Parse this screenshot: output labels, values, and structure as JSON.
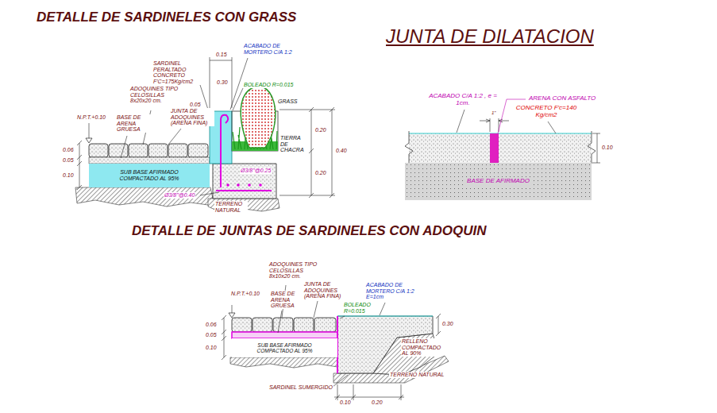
{
  "diagram": {
    "nodes": [
      {
        "text": [
          "SUB BASE AFIRMADO COMPACTADO AL 95%"
        ]
      },
      {
        "text": [
          "BASE DE AFIRMADO"
        ]
      },
      {
        "text": [
          "SUB BASE AFIRMADO COMPACTADO AL 95%"
        ]
      }
    ],
    "labels": [
      "DETALLE DE SARDINELES CON GRASS",
      "JUNTA DE DILATACION",
      "DETALLE DE JUNTAS DE SARDINELES CON ADOQUIN",
      "ACABADO DE MORTERO C/A 1:2",
      "SARDINEL PERALTADO CONCRETO F'C=175Kg/cm2",
      "0.15",
      "0.05",
      "0.30",
      "BOLEADO R=0.015",
      "GRASS",
      "ADOQUINES TIPO CELOSILLAS 8x20x20 cm.",
      "JUNTA DE ADOQUINES (ARENA FINA)",
      "N.P.T.+0.10",
      "BASE DE ARENA GRUESA",
      "TIERRA DE CHACRA",
      "0.20",
      "0.40",
      "0.20",
      "0.06",
      "0.05",
      "0.10",
      "Ø3/8\"@0.25",
      "Ø3/8\"@0.40",
      "TERRENO NATURAL",
      "ACABADO C/A 1:2 , e = 1cm.",
      "ARENA CON ASFALTO",
      "CONCRETO F'c=140 Kg/cm2",
      "1\"",
      "0.10",
      "ADOQUINES TIPO CELOSILLAS 8x10x20 cm.",
      "JUNTA DE ADOQUINES (ARENA FINA)",
      "N.P.T.+0.10",
      "BASE DE ARENA GRUESA",
      "BOLEADO R=0.015",
      "ACABADO DE MORTERO C/A 1:2 E=1cm",
      "0.06",
      "0.05",
      "0.10",
      "RELLENO COMPACTADO AL 90%",
      "0.30",
      "TERRENO NATURAL",
      "SARDINEL SUMERGIDO",
      "0.10",
      "0.20"
    ]
  }
}
